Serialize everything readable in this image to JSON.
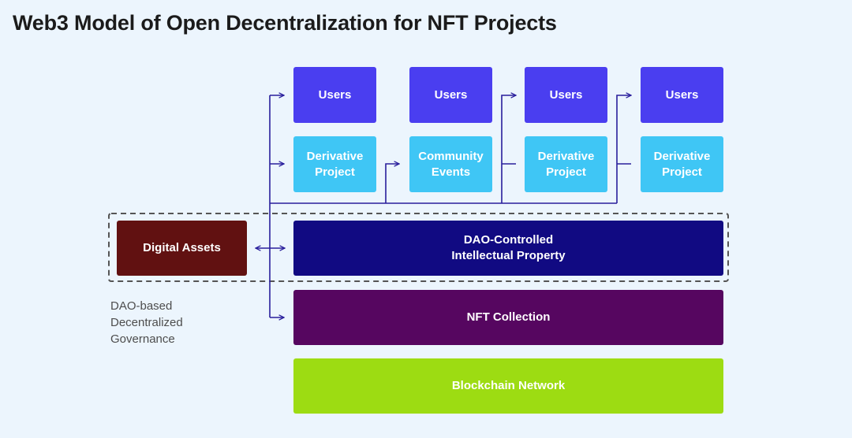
{
  "title": "Web3 Model of Open Decentralization for NFT Projects",
  "top_row": [
    {
      "label": "Users"
    },
    {
      "label": "Users"
    },
    {
      "label": "Users"
    },
    {
      "label": "Users"
    }
  ],
  "second_row": [
    {
      "label": "Derivative\nProject"
    },
    {
      "label": "Community\nEvents"
    },
    {
      "label": "Derivative\nProject"
    },
    {
      "label": "Derivative\nProject"
    }
  ],
  "digital_assets": "Digital Assets",
  "dao_ip": "DAO-Controlled\nIntellectual Property",
  "nft_collection": "NFT Collection",
  "blockchain": "Blockchain Network",
  "governance_label": "DAO-based\nDecentralized\nGovernance",
  "colors": {
    "background": "#ecf5fd",
    "users": "#4a3ef0",
    "derivative": "#3fc6f5",
    "digital_assets": "#611111",
    "dao_ip": "#110a82",
    "nft": "#560660",
    "blockchain": "#9ddc12",
    "connector": "#2a1f9c"
  }
}
